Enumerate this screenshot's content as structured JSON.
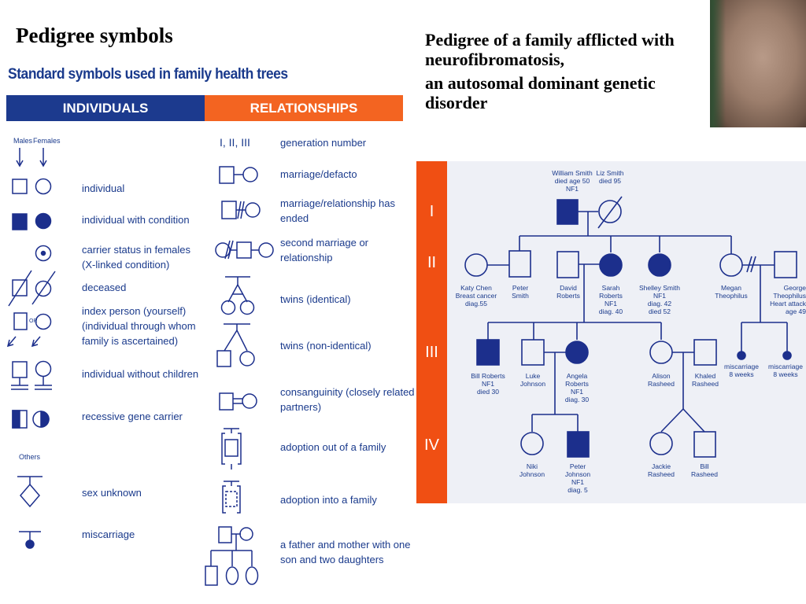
{
  "slide_title": "Pedigree symbols",
  "chart_heading": "Standard symbols used in family health trees",
  "headers": {
    "individuals": "INDIVIDUALS",
    "relationships": "RELATIONSHIPS"
  },
  "symbol_captions": {
    "males": "Males",
    "females": "Females",
    "others": "Others"
  },
  "individual_labels": {
    "individual": "individual",
    "with_condition": "individual with condition",
    "carrier_1": "carrier status in females",
    "carrier_2": "(X-linked condition)",
    "deceased": "deceased",
    "index_1": "index person (yourself)",
    "index_2": "(individual through whom",
    "index_3": "family is ascertained)",
    "or_text": "OR",
    "without_children": "individual without children",
    "recessive": "recessive gene carrier",
    "sex_unknown": "sex unknown",
    "miscarriage": "miscarriage"
  },
  "relationship_labels": {
    "generation_symbol": "I, II, III",
    "generation_number": "generation number",
    "marriage": "marriage/defacto",
    "ended_1": "marriage/relationship has",
    "ended_2": "ended",
    "second_1": "second marriage or",
    "second_2": "relationship",
    "twins_identical": "twins (identical)",
    "twins_non": "twins (non-identical)",
    "consang_1": "consanguinity (closely related",
    "consang_2": "partners)",
    "adoption_out": "adoption out of a family",
    "adoption_in": "adoption into a family",
    "family_1": "a father and mother with one",
    "family_2": "son and two daughters"
  },
  "right_title_line1": "Pedigree of a family afflicted with neurofibromatosis,",
  "right_title_line2": "an autosomal dominant genetic disorder",
  "generations": [
    "I",
    "II",
    "III",
    "IV"
  ],
  "people": {
    "william": [
      "William Smith",
      "died age 50",
      "NF1"
    ],
    "liz": [
      "Liz Smith",
      "died 95"
    ],
    "katy": [
      "Katy Chen",
      "Breast cancer",
      "diag.55"
    ],
    "peter_s": [
      "Peter",
      "Smith"
    ],
    "david": [
      "David",
      "Roberts"
    ],
    "sarah": [
      "Sarah",
      "Roberts",
      "NF1",
      "diag. 40"
    ],
    "shelley": [
      "Shelley Smith",
      "NF1",
      "diag. 42",
      "died 52"
    ],
    "megan": [
      "Megan",
      "Theophilus"
    ],
    "george": [
      "George",
      "Theophilus",
      "Heart attack",
      "age 49"
    ],
    "bill_r": [
      "Bill Roberts",
      "NF1",
      "died 30"
    ],
    "luke": [
      "Luke",
      "Johnson"
    ],
    "angela": [
      "Angela",
      "Roberts",
      "NF1",
      "diag. 30"
    ],
    "alison": [
      "Alison",
      "Rasheed"
    ],
    "khaled": [
      "Khaled",
      "Rasheed"
    ],
    "mis1": [
      "miscarriage",
      "8 weeks"
    ],
    "mis2": [
      "miscarriage",
      "8 weeks"
    ],
    "niki": [
      "Niki",
      "Johnson"
    ],
    "peter_j": [
      "Peter",
      "Johnson",
      "NF1",
      "diag. 5"
    ],
    "jackie": [
      "Jackie",
      "Rasheed"
    ],
    "bill_ra": [
      "Bill",
      "Rasheed"
    ]
  },
  "colors": {
    "navy": "#1c2f8c",
    "orange": "#f04f13",
    "label_blue": "#1a3a8c"
  }
}
